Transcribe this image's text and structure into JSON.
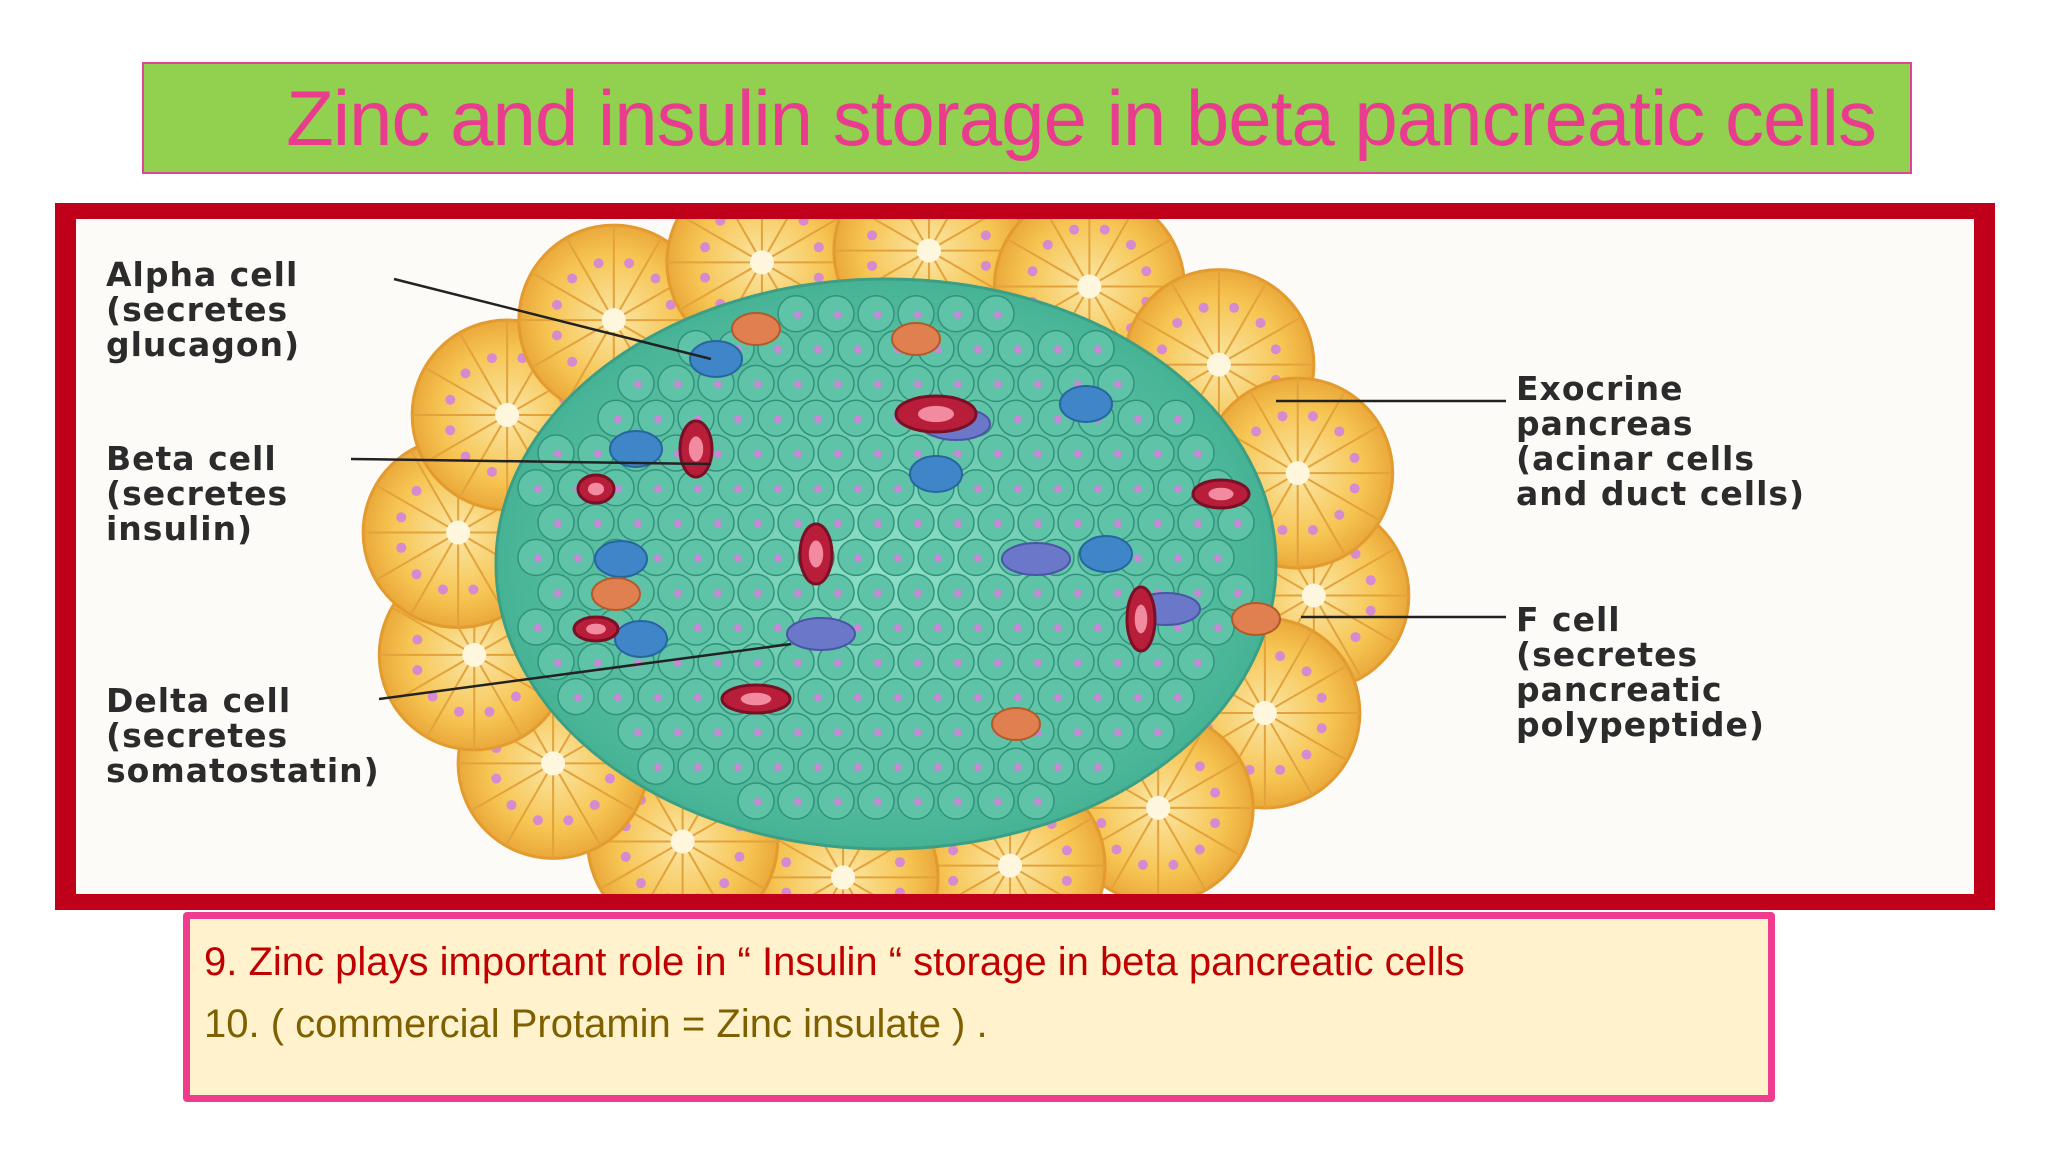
{
  "title": "Zinc and insulin storage in beta pancreatic cells",
  "diagram": {
    "labels": {
      "alpha": [
        "Alpha cell",
        "(secretes",
        "glucagon)"
      ],
      "beta": [
        "Beta cell",
        "(secretes",
        "insulin)"
      ],
      "delta": [
        "Delta cell",
        "(secretes",
        "somatostatin)"
      ],
      "exocrine": [
        "Exocrine",
        "pancreas",
        "(acinar cells",
        "and duct cells)"
      ],
      "fcell": [
        "F cell",
        "(secretes",
        "pancreatic",
        "polypeptide)"
      ]
    },
    "colors": {
      "frame": "#c0001a",
      "islet": "#5fc3a8",
      "acinar": "#f6c452",
      "alpha_cell": "#3f86c8",
      "delta_cell": "#6b77c9",
      "f_cell": "#e08050",
      "capillary": "#b81d3a"
    }
  },
  "notes": {
    "line1": "9. Zinc  plays important role in “ Insulin “ storage in beta pancreatic cells",
    "line2": "10. ( commercial Protamin = Zinc insulate ) ."
  },
  "colors": {
    "title_bg": "#92d050",
    "title_text": "#ea3c8f",
    "note_bg": "#fff2cc",
    "note_border": "#f03c8e"
  }
}
